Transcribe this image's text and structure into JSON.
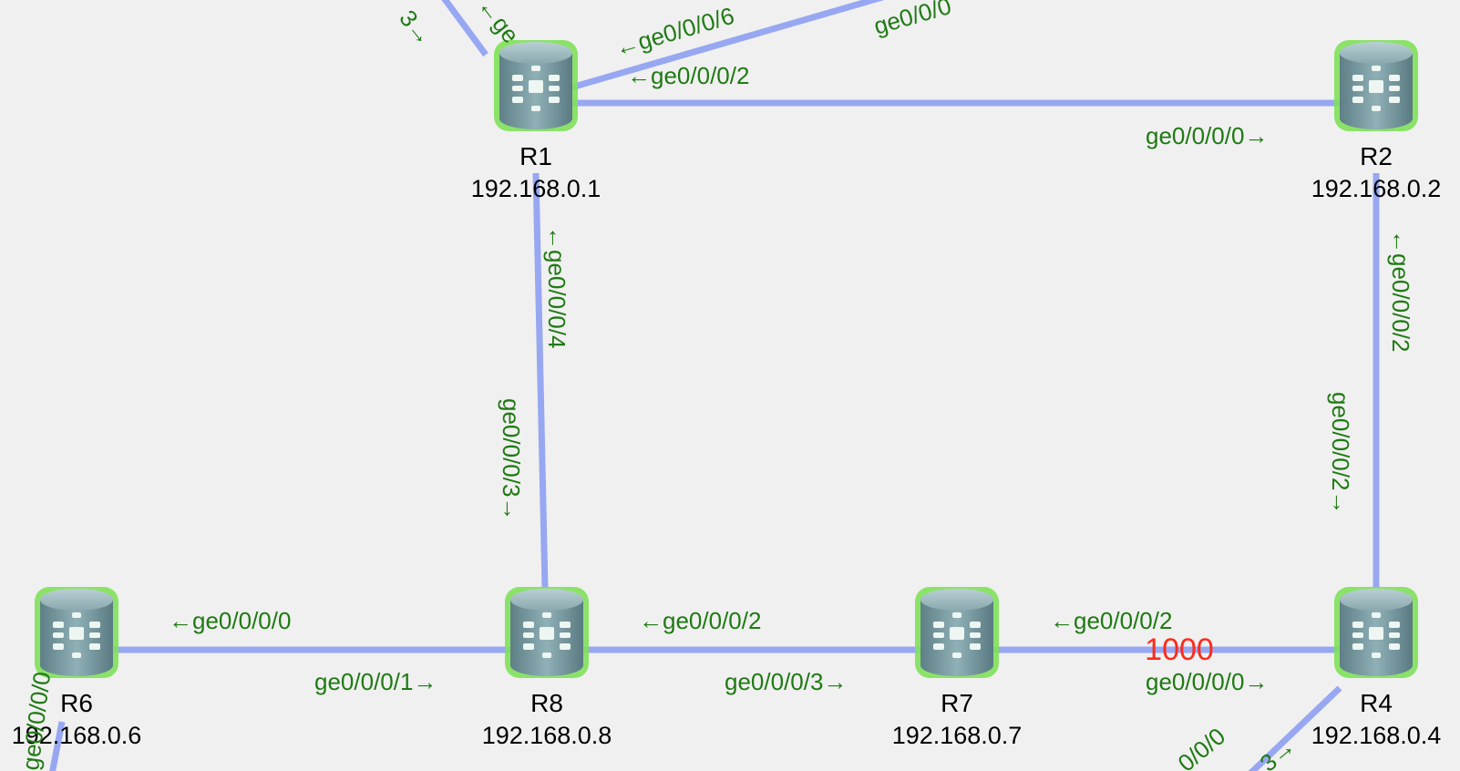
{
  "colors": {
    "background": "#f0f0f0",
    "link": "#97a7f2",
    "port_label": "#1f7a13",
    "metric_label": "#ff2a1a",
    "router_body": "#7f9ea5",
    "router_glow": "#7fe05a"
  },
  "routers": [
    {
      "id": "r1",
      "name": "R1",
      "ip": "192.168.0.1",
      "icon": "router-icon"
    },
    {
      "id": "r2",
      "name": "R2",
      "ip": "192.168.0.2",
      "icon": "router-icon"
    },
    {
      "id": "r4",
      "name": "R4",
      "ip": "192.168.0.4",
      "icon": "router-icon"
    },
    {
      "id": "r6",
      "name": "R6",
      "ip": "192.168.0.6",
      "icon": "router-icon"
    },
    {
      "id": "r7",
      "name": "R7",
      "ip": "192.168.0.7",
      "icon": "router-icon"
    },
    {
      "id": "r8",
      "name": "R8",
      "ip": "192.168.0.8",
      "icon": "router-icon"
    }
  ],
  "ports": {
    "r1_upleft_a": "3→",
    "r1_upleft_b": "←ge",
    "r1_ge6": "←ge0/0/0/6",
    "r1_ge2": "←ge0/0/0/2",
    "top_partial": "ge0/0/0",
    "r2_ge0": "ge0/0/0/0→",
    "r1_ge4": "←ge0/0/0/4",
    "r8_ge3": "ge0/0/0/3→",
    "r2_ge2": "←ge0/0/0/2",
    "r4_ge2": "ge0/0/0/2→",
    "r6_ge0": "←ge0/0/0/0",
    "r8_ge1": "ge0/0/0/1→",
    "r8_ge2": "←ge0/0/0/2",
    "r7_ge3": "ge0/0/0/3→",
    "r7_ge2": "←ge0/0/0/2",
    "r4_ge0": "ge0/0/0/0→",
    "r6_down": "ge0/0/0/0",
    "r4_down_a": "0/0/0",
    "r4_down_b": "3→"
  },
  "metrics": {
    "r7_r4": "1000"
  }
}
